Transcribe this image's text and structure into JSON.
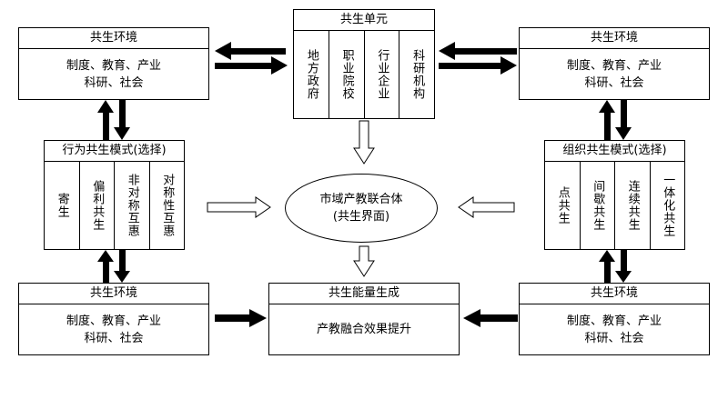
{
  "env_top_left": {
    "title": "共生环境",
    "line1": "制度、教育、产业",
    "line2": "科研、社会"
  },
  "env_top_right": {
    "title": "共生环境",
    "line1": "制度、教育、产业",
    "line2": "科研、社会"
  },
  "env_bottom_left": {
    "title": "共生环境",
    "line1": "制度、教育、产业",
    "line2": "科研、社会"
  },
  "env_bottom_right": {
    "title": "共生环境",
    "line1": "制度、教育、产业",
    "line2": "科研、社会"
  },
  "unit": {
    "title": "共生单元",
    "items": [
      "地方政府",
      "职业院校",
      "行业企业",
      "科研机构"
    ]
  },
  "behavior": {
    "title": "行为共生模式(选择)",
    "items": [
      "寄生",
      "偏利共生",
      "非对称互惠",
      "对称性互惠"
    ]
  },
  "organization": {
    "title": "组织共生模式(选择)",
    "items": [
      "点共生",
      "间歇共生",
      "连续共生",
      "一体化共生"
    ]
  },
  "interface": {
    "line1": "市域产教联合体",
    "line2": "(共生界面)"
  },
  "energy": {
    "title": "共生能量生成",
    "body": "产教融合效果提升"
  },
  "colors": {
    "line": "#000000",
    "background": "#ffffff"
  }
}
